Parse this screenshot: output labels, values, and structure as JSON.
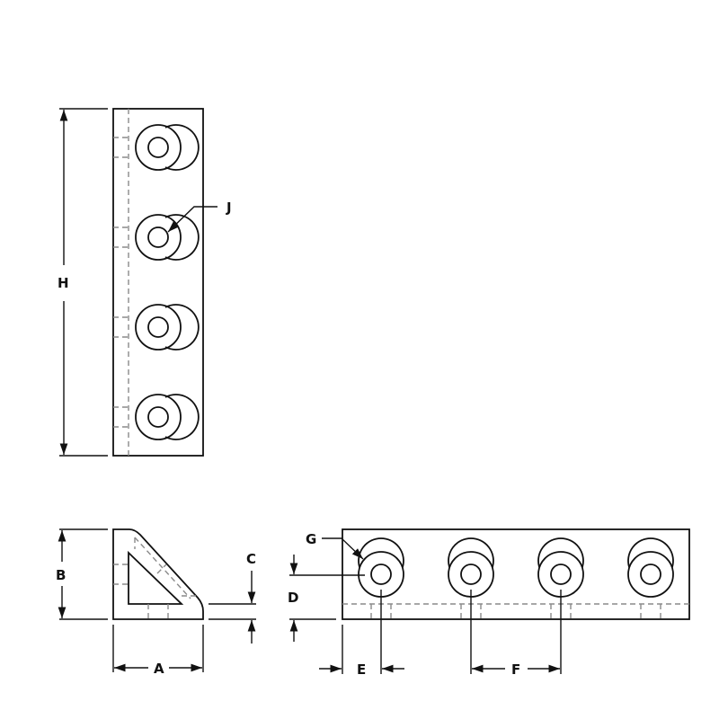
{
  "drawing": {
    "title": "",
    "colors": {
      "line": "#111111",
      "hidden_line": "#8a8a8a",
      "background": "#ffffff"
    },
    "views": {
      "top_view": {
        "hole_count": 4,
        "label_J": "J",
        "label_H": "H"
      },
      "side_view": {
        "label_A": "A",
        "label_B": "B",
        "label_C": "C"
      },
      "front_view": {
        "hole_count": 4,
        "label_D": "D",
        "label_E": "E",
        "label_F": "F",
        "label_G": "G"
      }
    },
    "dimension_labels": [
      "A",
      "B",
      "C",
      "D",
      "E",
      "F",
      "G",
      "H",
      "J"
    ]
  }
}
